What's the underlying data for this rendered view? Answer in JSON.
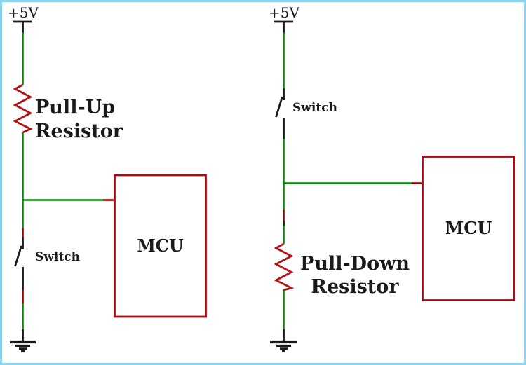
{
  "colors": {
    "wire-green": "#058a05",
    "pin-red": "#980000",
    "resistor-red": "#b31315",
    "box-red": "#a30f13",
    "ink": "#1a1a1a",
    "frame-blue": "#8ad4f0",
    "canvas": "#ffffff"
  },
  "left": {
    "supply_label": "+5V",
    "resistor_label": {
      "line1": "Pull-Up",
      "line2": "Resistor"
    },
    "switch_label": "Switch",
    "mcu_label": "MCU"
  },
  "right": {
    "supply_label": "+5V",
    "switch_label": "Switch",
    "resistor_label": {
      "line1": "Pull-Down",
      "line2": "Resistor"
    },
    "mcu_label": "MCU"
  }
}
